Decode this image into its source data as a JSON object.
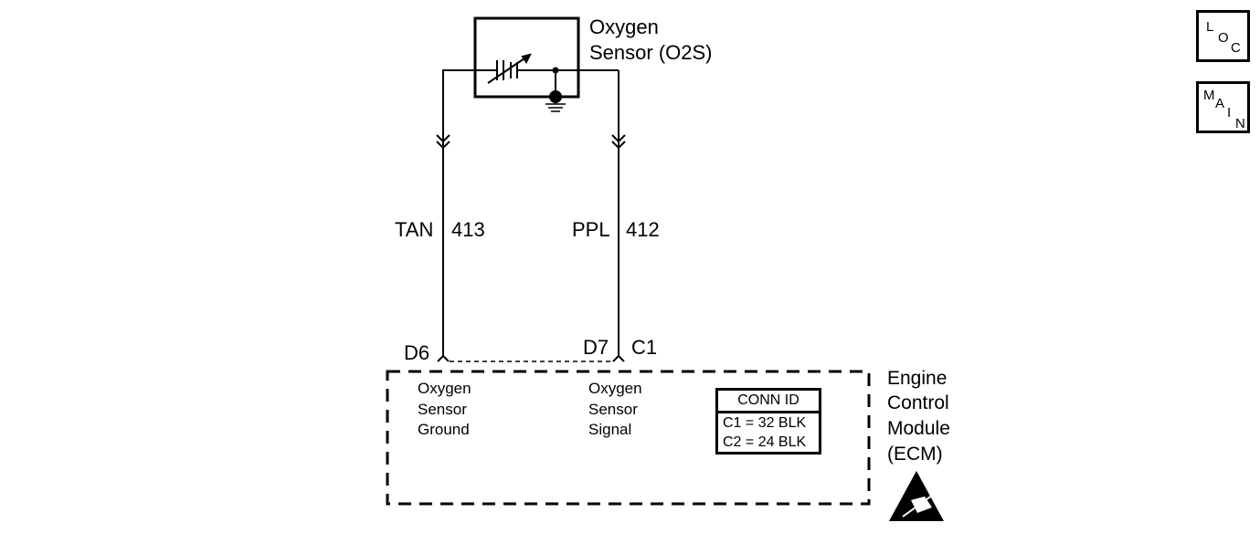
{
  "sensor": {
    "name_line1": "Oxygen",
    "name_line2": "Sensor (O2S)"
  },
  "wires": [
    {
      "color": "TAN",
      "circuit": "413"
    },
    {
      "color": "PPL",
      "circuit": "412"
    }
  ],
  "ecm": {
    "pins": {
      "left": "D6",
      "right": "D7",
      "connector": "C1"
    },
    "terminals": [
      {
        "lines": [
          "Oxygen",
          "Sensor",
          "Ground"
        ]
      },
      {
        "lines": [
          "Oxygen",
          "Sensor",
          "Signal"
        ]
      }
    ],
    "name_lines": [
      "Engine",
      "Control",
      "Module",
      "(ECM)"
    ]
  },
  "conn_id": {
    "header": "CONN ID",
    "rows": [
      "C1 = 32 BLK",
      "C2 = 24 BLK"
    ]
  },
  "nav": {
    "loc": [
      "L",
      "O",
      "C"
    ],
    "main": [
      "M",
      "A",
      "I",
      "N"
    ]
  },
  "icons": [
    "ground-symbol-icon",
    "esd-warning-icon",
    "connector-arrow-icon"
  ]
}
